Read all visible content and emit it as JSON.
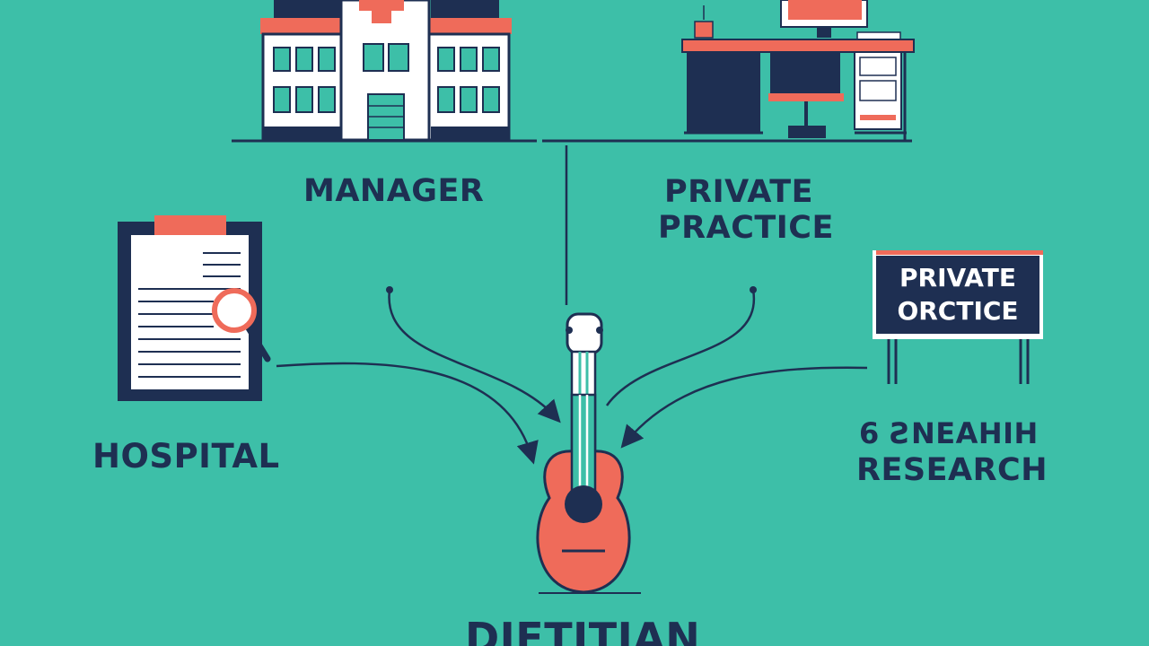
{
  "labels": {
    "manager": "MANAGER",
    "private_practice_line1": "PRIVATE",
    "private_practice_line2": "PRACTICE",
    "hospital": "HOSPITAL",
    "research_line1": "6 ƧNEAHIH",
    "research_line2": "RESEARCH",
    "dietitian": "DIETITIAN"
  },
  "sign": {
    "line1": "PRIVATE",
    "line2": "ORCTICE"
  },
  "icons": {
    "hospital_building": "hospital-building-icon",
    "office_desk": "office-desk-icon",
    "clipboard": "clipboard-icon",
    "magnifier": "magnifier-icon",
    "signboard": "signboard-icon",
    "guitar": "guitar-icon"
  },
  "colors": {
    "background": "#3dbfa8",
    "navy": "#1e2f52",
    "coral": "#ef6b5a",
    "white": "#ffffff",
    "window": "#3dbfa8"
  }
}
